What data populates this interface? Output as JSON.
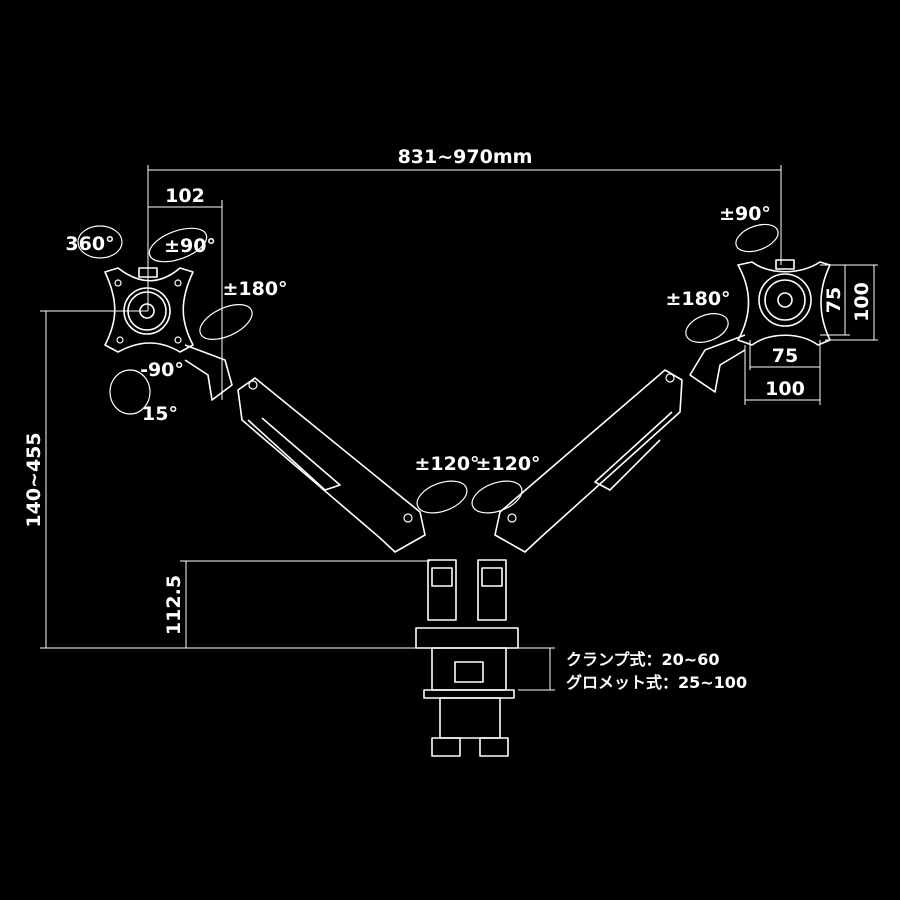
{
  "dimensions": {
    "total_width": "831~970mm",
    "arm_offset": "102",
    "height_range": "140~455",
    "pole_height": "112.5",
    "vesa_small_v": "75",
    "vesa_large_v": "100",
    "vesa_small_h": "75",
    "vesa_large_h": "100"
  },
  "rotations": {
    "left_rotate": "360°",
    "left_swivel": "±90°",
    "left_arm": "±180°",
    "left_tilt_down": "-90°",
    "left_tilt_up": "15°",
    "right_swivel": "±90°",
    "right_arm": "±180°",
    "base_left": "±120°",
    "base_right": "±120°"
  },
  "mounting": {
    "clamp": "クランプ式：20~60",
    "grommet": "グロメット式：25~100"
  },
  "colors": {
    "background": "#000000",
    "line": "#ffffff"
  }
}
